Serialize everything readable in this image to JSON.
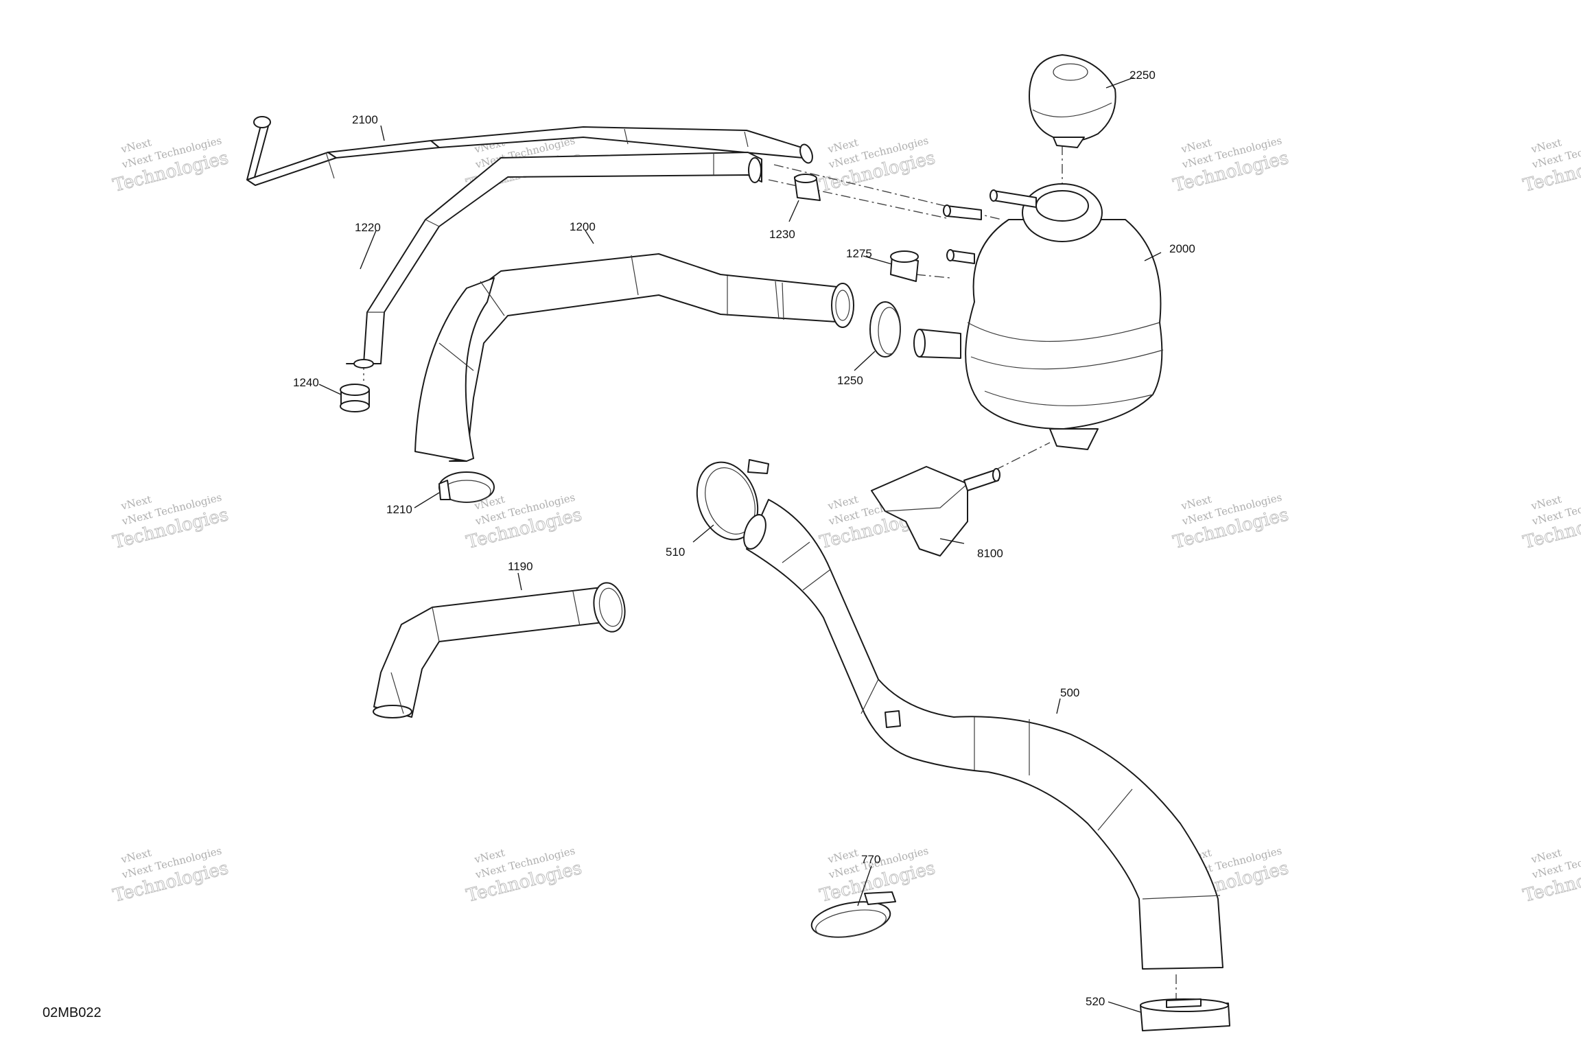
{
  "diagram_id": "02MB022",
  "watermark": {
    "line_small": "vNext Technologies",
    "line_big": "Technologies",
    "line_corner": "vNext"
  },
  "callouts": {
    "2250": "2250",
    "2100": "2100",
    "1230": "1230",
    "1275": "1275",
    "2000": "2000",
    "1220": "1220",
    "1200": "1200",
    "1250": "1250",
    "1240": "1240",
    "1210": "1210",
    "510": "510",
    "8100": "8100",
    "1190": "1190",
    "500": "500",
    "770": "770",
    "520": "520"
  }
}
